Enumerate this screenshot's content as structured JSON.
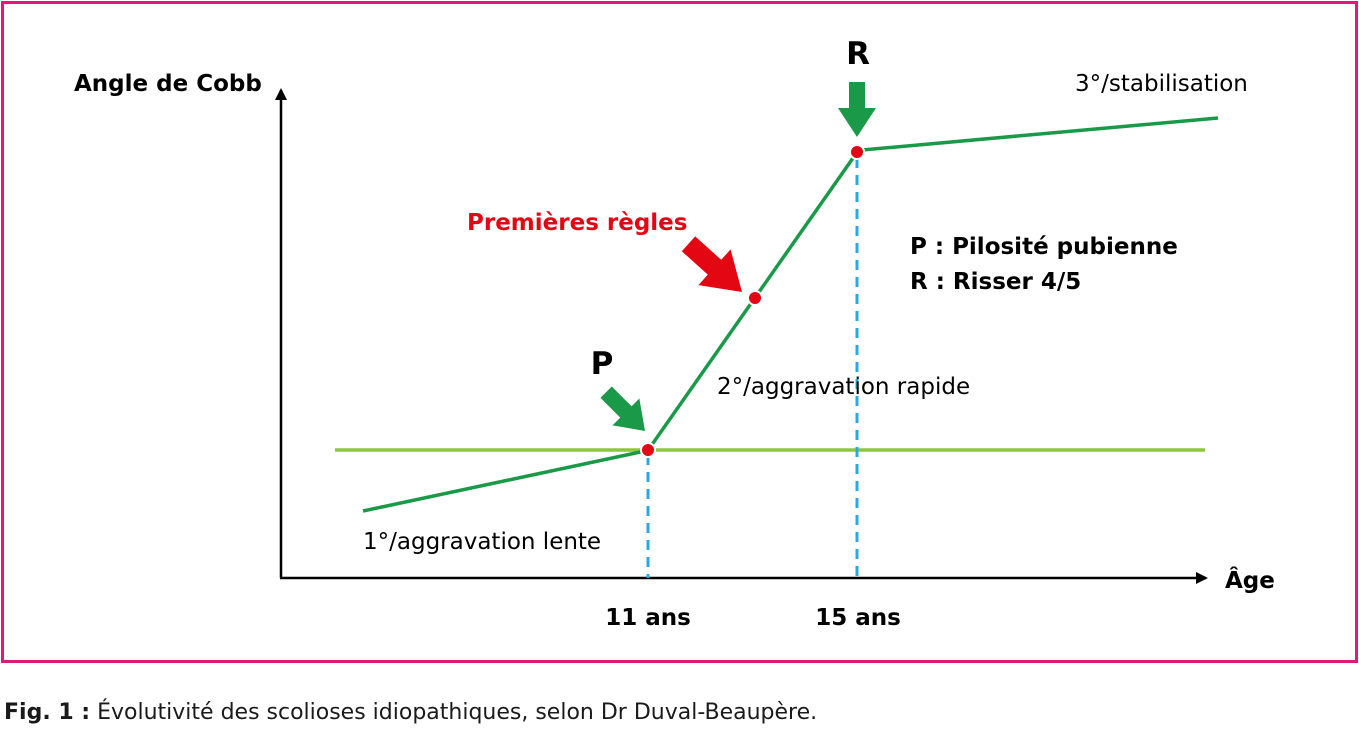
{
  "figure": {
    "y_axis_label": "Angle de Cobb",
    "x_axis_label": "Âge",
    "x_ticks": [
      "11 ans",
      "15 ans"
    ],
    "markers": {
      "p_label": "P",
      "r_label": "R",
      "menarche_label": "Premières règles"
    },
    "phases": {
      "phase1": "1°/aggravation lente",
      "phase2": "2°/aggravation rapide",
      "phase3": "3°/stabilisation"
    },
    "legend": {
      "p_line": "P : Pilosité pubienne",
      "r_line": "R : Risser 4/5"
    },
    "colors": {
      "frame": "#e0197a",
      "curve": "#1a9a48",
      "threshold": "#8dc63f",
      "dashed": "#29a9e1",
      "point": "#e30613",
      "menarche_arrow": "#e30613",
      "marker_arrow": "#1a9a48"
    }
  },
  "caption": {
    "label": "Fig. 1 :",
    "text": " Évolutivité des scolioses idiopathiques, selon Dr Duval-Beaupère."
  }
}
